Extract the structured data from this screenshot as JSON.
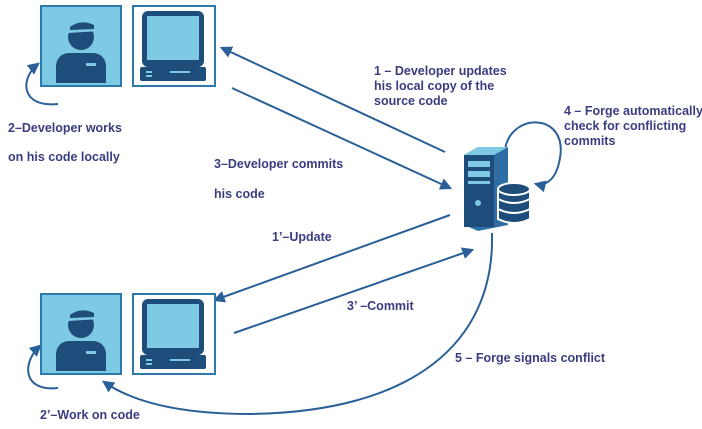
{
  "labels": {
    "developer_updates": [
      "1 – Developer updates",
      "his local copy of the",
      "source code"
    ],
    "developer_works": [
      "2–Developer works",
      "on his code locally"
    ],
    "developer_commits": [
      "3–Developer commits",
      "his code"
    ],
    "forge_check": [
      "4 – Forge automatically",
      "check for conflicting",
      "commits"
    ],
    "update2": "1’–Update",
    "commit2": "3’ –Commit",
    "forge_signals": "5 – Forge signals conflict",
    "work_on_code": "2’–Work on code"
  },
  "colors": {
    "text": "#3a3d82",
    "arrow": "#2a5f97",
    "tile_border": "#2a7aaa",
    "tile_fill": "#7ec9e3",
    "person": "#1e4d7b",
    "server": "#2f6ea4"
  },
  "icons": {
    "developer": "person-icon",
    "workstation": "monitor-icon",
    "server": "server-database-icon"
  }
}
